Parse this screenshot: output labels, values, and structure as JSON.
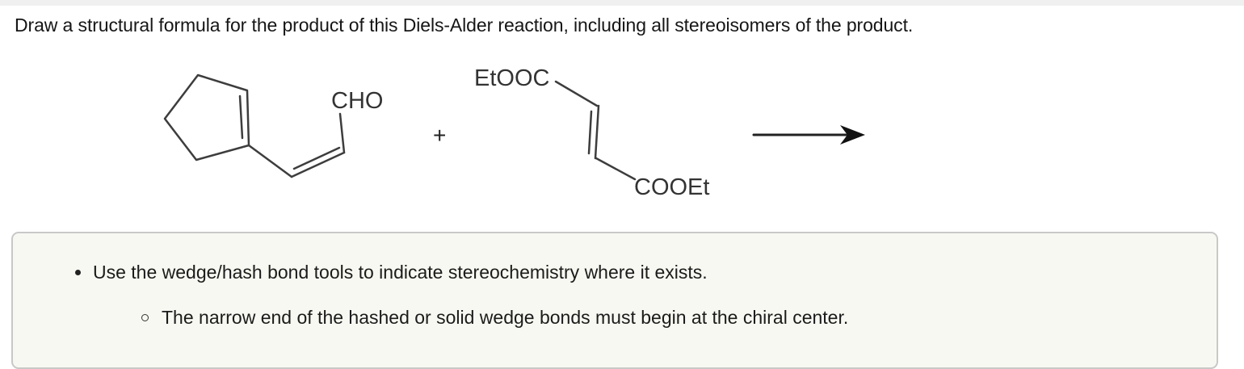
{
  "prompt": {
    "text": "Draw a structural formula for the product of this Diels-Alder reaction, including all stereoisomers of the product."
  },
  "scheme": {
    "diene_label": "CHO",
    "plus_sign": "+",
    "dienophile_top_label": "EtOOC",
    "dienophile_bottom_label": "COOEt"
  },
  "instructions": {
    "bullet": "Use the wedge/hash bond tools to indicate stereochemistry where it exists.",
    "sub_bullet": "The narrow end of the hashed or solid wedge bonds must begin at the chiral center."
  },
  "colors": {
    "top_bar": "#f0f0f0",
    "panel_background": "#f8f8f2",
    "panel_border": "#c8c8c8",
    "bond_stroke": "#3d3d3d",
    "text": "#161616"
  }
}
